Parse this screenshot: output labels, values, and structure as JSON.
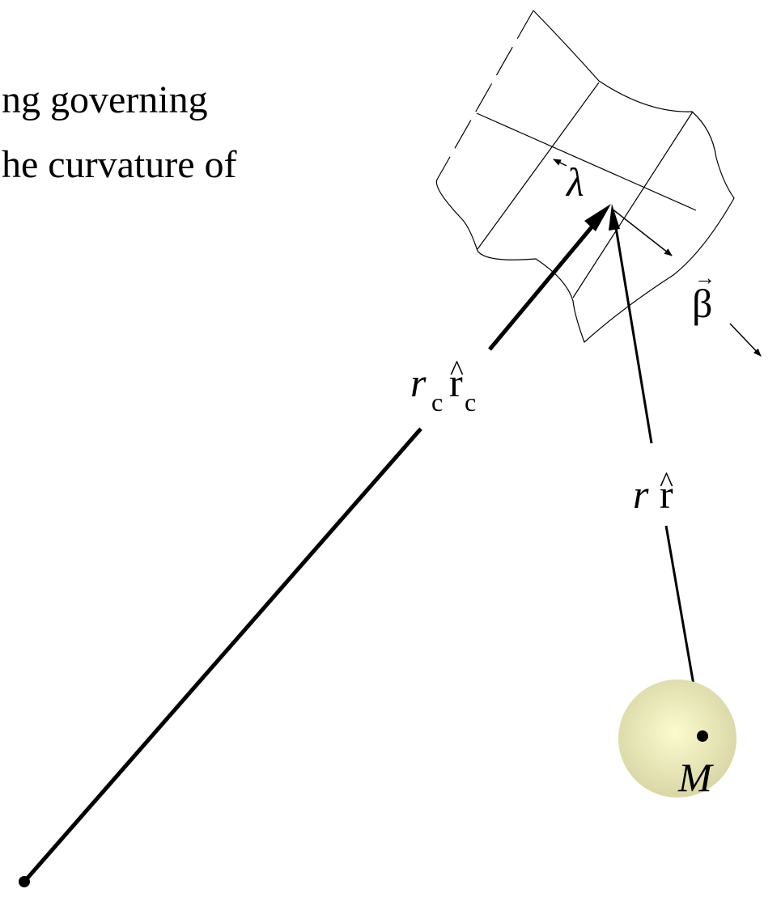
{
  "caption": {
    "line1": "ng governing",
    "line2": "he curvature of"
  },
  "labels": {
    "wavelength": "λ",
    "beta": "β",
    "beta_arrow": "⃗",
    "rc_r": "r",
    "rc_sub1": "c",
    "rc_rhat": "r",
    "rc_sub2": "c",
    "hat": "^",
    "r_r": "r",
    "r_rhat": "r",
    "mass": "M"
  },
  "colors": {
    "ink": "#000000",
    "mass_center": "#fbfbcf",
    "mass_edge": "#d9d7a6"
  }
}
